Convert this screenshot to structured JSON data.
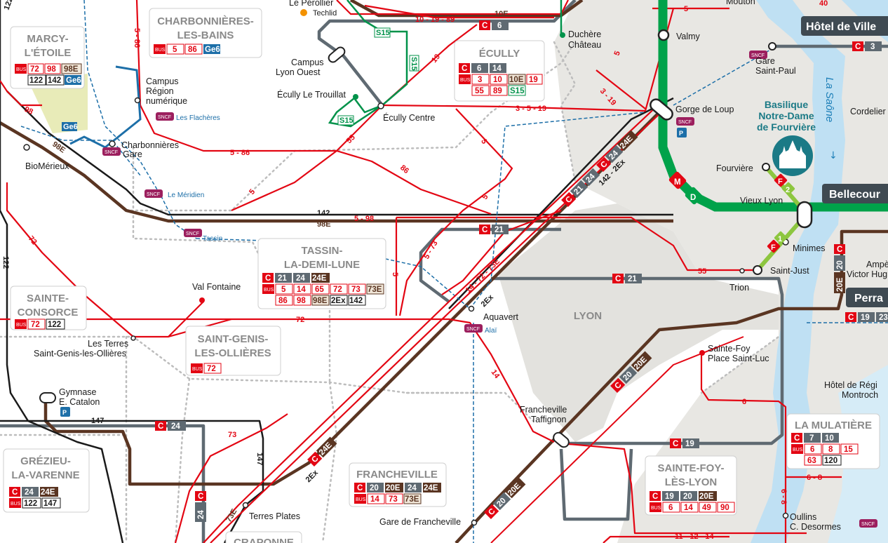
{
  "map": {
    "colors": {
      "bus": "#e30613",
      "coach": "#5f6a72",
      "express": "#5a3522",
      "metro_d": "#00a24a",
      "funicular": "#8dc63f",
      "river": "#bfe0f3",
      "urban": "#e8e7e3",
      "tram_blue": "#1d6fa8"
    },
    "communes": [
      {
        "name": "MARCY-\nL'ÉTOILE",
        "l1": "MARCY-",
        "l2": "L'ÉTOILE"
      },
      {
        "name": "CHARBONNIÈRES-LES-BAINS",
        "l1": "CHARBONNIÈRES-",
        "l2": "LES-BAINS"
      },
      {
        "name": "ÉCULLY",
        "l1": "ÉCULLY",
        "l2": ""
      },
      {
        "name": "TASSIN-LA-DEMI-LUNE",
        "l1": "TASSIN-",
        "l2": "LA-DEMI-LUNE"
      },
      {
        "name": "SAINTE-CONSORCE",
        "l1": "SAINTE-",
        "l2": "CONSORCE"
      },
      {
        "name": "SAINT-GENIS-LES-OLLIÈRES",
        "l1": "SAINT-GENIS-",
        "l2": "LES-OLLIÈRES"
      },
      {
        "name": "LYON",
        "l1": "LYON",
        "l2": ""
      },
      {
        "name": "GRÉZIEU-LA-VARENNE",
        "l1": "GRÉZIEU-",
        "l2": "LA-VARENNE"
      },
      {
        "name": "FRANCHEVILLE",
        "l1": "FRANCHEVILLE",
        "l2": ""
      },
      {
        "name": "SAINTE-FOY-LÈS-LYON",
        "l1": "SAINTE-FOY-",
        "l2": "LÈS-LYON"
      },
      {
        "name": "LA MULATIÈRE",
        "l1": "LA MULATIÈRE",
        "l2": ""
      },
      {
        "name": "CRAPONNE",
        "l1": "CRAPONNE",
        "l2": ""
      }
    ],
    "stops": {
      "le_perollier": "Le Pérollier",
      "techlid": "Techlid",
      "campus_lyon_ouest": [
        "Campus",
        "Lyon Ouest"
      ],
      "ecully_le_trouillat": "Écully Le Trouillat",
      "ecully_centre": "Écully Centre",
      "duchere_chateau": [
        "Duchère",
        "Château"
      ],
      "valmy": "Valmy",
      "mouton": "Mouton",
      "hotel_de_ville": "Hôtel de Ville",
      "gare_saint_paul": [
        "Gare",
        "Saint-Paul"
      ],
      "gorge_de_loup": "Gorge de Loup",
      "cordeliers": "Cordelier",
      "basilique": [
        "Basilique",
        "Notre-Dame",
        "de Fourvière"
      ],
      "fourviere": "Fourvière",
      "vieux_lyon": "Vieux Lyon",
      "bellecour": "Bellecour",
      "minimes": "Minimes",
      "saint_just": "Saint-Just",
      "trion": "Trion",
      "ampere": [
        "Ampè",
        "Victor Hug"
      ],
      "perrache": "Perra",
      "campus_region": [
        "Campus",
        "Région",
        "numérique"
      ],
      "les_flacheres": "Les Flachères",
      "charbonnieres_gare": [
        "Charbonnières",
        "Gare"
      ],
      "biomerieux": "BioMérieux",
      "le_meridien": "Le Méridien",
      "tassin": "Tassin",
      "val_fontaine": "Val Fontaine",
      "les_terres": [
        "Les Terres",
        "Saint-Genis-les-Ollières"
      ],
      "aquavert": "Aquavert",
      "alai": "Alaï",
      "gymnase": [
        "Gymnase",
        "E. Catalon"
      ],
      "sainte_foy_place": [
        "Sainte-Foy",
        "Place Saint-Luc"
      ],
      "francheville_taffignon": [
        "Francheville",
        "Taffignon"
      ],
      "terres_plates": "Terres Plates",
      "gare_de_francheville": "Gare de Francheville",
      "hotel_de_region": [
        "Hôtel de Régi",
        "Montroch"
      ],
      "oullins": [
        "Oullins",
        "C. Desormes"
      ]
    },
    "river_name": "La Saône",
    "line_labels": {
      "r_10_19_89": "10 - 19 - 89",
      "r_10e": "10E",
      "r_5": "5",
      "r_40": "40",
      "r_19": "19",
      "r_3_19": "3 - 19",
      "r_3_5_19": "3 - 5 - 19",
      "r_5_86_v": "5 - 86",
      "r_5_86_h": "5 - 86",
      "r_98": "98",
      "r_98e": "98E",
      "r_142": "142",
      "r_5_98": "5 - 98",
      "r_98e_b": "98E",
      "r_86": "86",
      "r_55": "55",
      "r_55b": "55",
      "r_5_73": "5 - 73",
      "r_14_72_73e": "14 - 72 - 73E",
      "r_2ex": "2Ex",
      "r_142_2ex": "142 - 2Ex",
      "r_72": "72",
      "r_72b": "72",
      "r_122": "122",
      "r_122b": "122",
      "r_5b": "5",
      "r_5c": "5",
      "r_5d": "5",
      "r_14": "14",
      "r_147": "147",
      "r_147v": "147",
      "r_73": "73",
      "r_73e": "73E",
      "r_6": "6",
      "r_6_8": "6 - 8",
      "r_6_8v": "6 - 8",
      "r_11_12_14": "11 - 12 - 14",
      "r_2ex_b": "2Ex"
    },
    "chips": {
      "c6": [
        "6"
      ],
      "c21": [
        "21"
      ],
      "c21b": [
        "21"
      ],
      "c24": [
        "24"
      ],
      "c19": [
        "19"
      ],
      "mark_m": "M",
      "mark_d": "D",
      "mark_f1": "F",
      "mark_1": "1",
      "mark_f2": "F",
      "mark_2": "2",
      "c_trunk": [
        "21",
        "24",
        "24E"
      ],
      "c_sw": [
        "20",
        "20E"
      ],
      "c_sw2": [
        "20",
        "20E"
      ],
      "c_3": [
        "3"
      ],
      "c_20_20e": [
        "20",
        "20E"
      ],
      "c_19_23": [
        "19",
        "23"
      ],
      "c_24_v": "24",
      "c_24e": "24E"
    },
    "boxes": {
      "charbonnieres": {
        "bus": [
          "5",
          "86"
        ],
        "ge": "Ge6"
      },
      "marcy": {
        "r1": [
          "72",
          "98",
          "98E"
        ],
        "r2": [
          "122",
          "142"
        ],
        "ge": "Ge6"
      },
      "ecully": {
        "c": [
          "6",
          "14"
        ],
        "bus1": [
          "3",
          "10",
          "10E",
          "19"
        ],
        "bus2": [
          "55",
          "89"
        ],
        "s": "S15"
      },
      "tassin": {
        "c": [
          "21",
          "24",
          "24E"
        ],
        "bus1": [
          "5",
          "14",
          "65",
          "72",
          "73",
          "73E"
        ],
        "bus2": [
          "86",
          "98",
          "98E",
          "2Ex",
          "142"
        ]
      },
      "sainte_consorce": {
        "bus": [
          "72",
          "122"
        ]
      },
      "saint_genis": {
        "bus": [
          "72"
        ]
      },
      "grezieu": {
        "c": [
          "24",
          "24E"
        ],
        "bus": [
          "122",
          "147"
        ]
      },
      "francheville": {
        "c": [
          "20",
          "20E",
          "24",
          "24E"
        ],
        "bus": [
          "14",
          "73",
          "73E"
        ]
      },
      "sainte_foy": {
        "c": [
          "19",
          "20",
          "20E"
        ],
        "bus": [
          "6",
          "14",
          "49",
          "90"
        ]
      },
      "mulatiere": {
        "c": [
          "7",
          "10"
        ],
        "bus1": [
          "6",
          "8",
          "15"
        ],
        "bus2": [
          "63",
          "120"
        ]
      }
    },
    "misc": {
      "bus_tag": "BUS",
      "c_tag": "C",
      "ge6": "Ge6",
      "s15": "S15",
      "sncf": "SNCF",
      "p_r": "P+R"
    }
  }
}
